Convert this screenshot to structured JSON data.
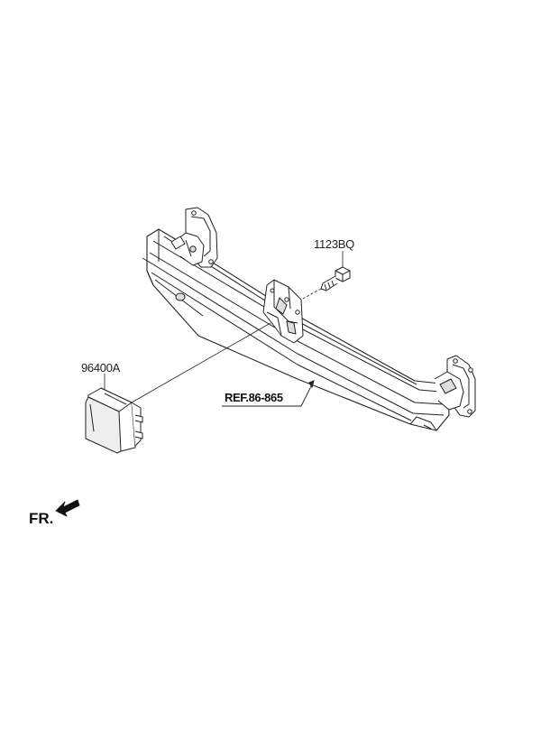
{
  "labels": {
    "bolt_part_no": "1123BQ",
    "sensor_part_no": "96400A",
    "reference": "REF.86-865",
    "front_indicator": "FR."
  },
  "parts": [
    {
      "part_no": "1123BQ",
      "item": "bolt"
    },
    {
      "part_no": "96400A",
      "item": "radar-sensor"
    }
  ],
  "colors": {
    "line": "#222222",
    "background": "#ffffff",
    "shade": "#dddddd"
  },
  "icons": {
    "front_arrow": "arrow-down-left-icon"
  }
}
